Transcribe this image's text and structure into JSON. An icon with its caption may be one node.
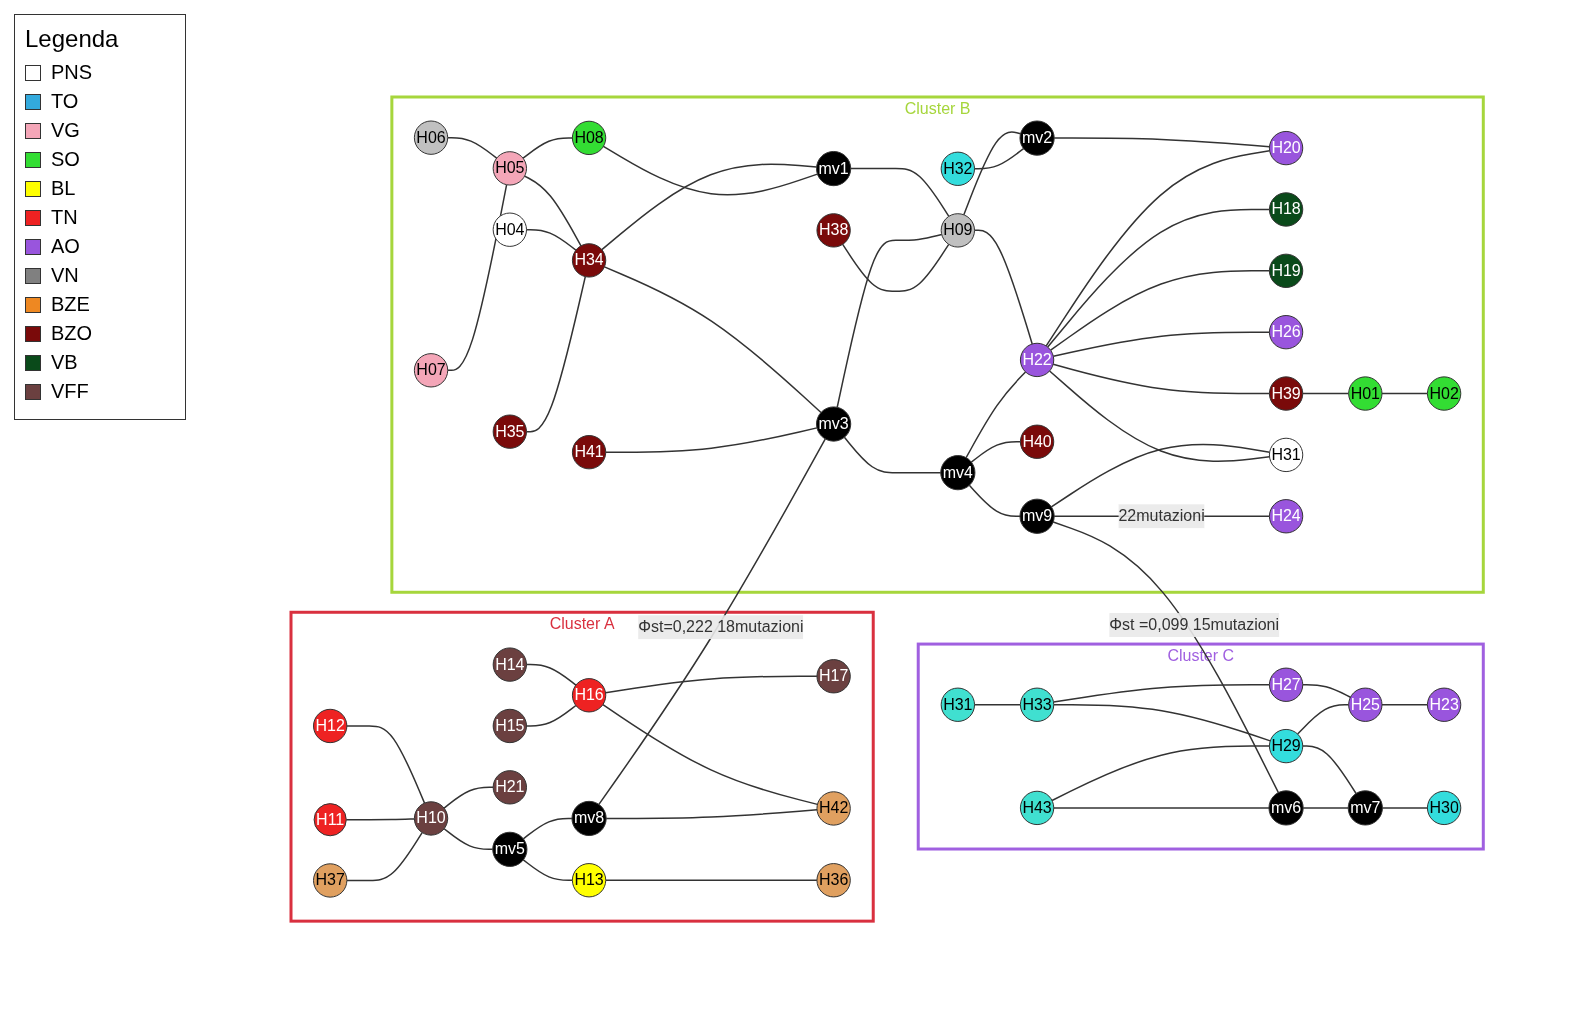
{
  "diagram": {
    "nodes": [
      {
        "text": [
          "Cluster A"
        ]
      },
      {
        "text": [
          "H14"
        ],
        "in": 0
      },
      {
        "text": [
          "H15"
        ],
        "in": 0
      },
      {
        "text": [
          "H16"
        ],
        "in": 0
      },
      {
        "text": [
          "H17"
        ],
        "in": 0
      },
      {
        "text": [
          "H12"
        ],
        "in": 0
      },
      {
        "text": [
          "H11"
        ],
        "in": 0
      },
      {
        "text": [
          "H37"
        ],
        "in": 0
      },
      {
        "text": [
          "H10"
        ],
        "in": 0
      },
      {
        "text": [
          "H21"
        ],
        "in": 0
      },
      {
        "text": [
          "H42"
        ],
        "in": 0
      },
      {
        "text": [
          "mv5"
        ],
        "in": 0
      },
      {
        "text": [
          "mv8"
        ],
        "in": 0
      },
      {
        "text": [
          "H13"
        ],
        "in": 0
      },
      {
        "text": [
          "H36"
        ],
        "in": 0
      },
      {
        "text": [
          "Cluster B"
        ]
      },
      {
        "text": [
          "H06"
        ],
        "in": 15
      },
      {
        "text": [
          "H07"
        ],
        "in": 15
      },
      {
        "text": [
          "H05"
        ],
        "in": 15
      },
      {
        "text": [
          "H08"
        ],
        "in": 15
      },
      {
        "text": [
          "H04"
        ],
        "in": 15
      },
      {
        "text": [
          "H38"
        ],
        "in": 15
      },
      {
        "text": [
          "H32"
        ],
        "in": 15
      },
      {
        "text": [
          "H41"
        ],
        "in": 15
      },
      {
        "text": [
          "H35"
        ],
        "in": 15
      },
      {
        "text": [
          "H34"
        ],
        "in": 15
      },
      {
        "text": [
          "mv1"
        ],
        "in": 15
      },
      {
        "text": [
          "mv3"
        ],
        "in": 15
      },
      {
        "text": [
          "H09"
        ],
        "in": 15
      },
      {
        "text": [
          "mv2"
        ],
        "in": 15
      },
      {
        "text": [
          "H22"
        ],
        "in": 15
      },
      {
        "text": [
          "mv4"
        ],
        "in": 15
      },
      {
        "text": [
          "H40"
        ],
        "in": 15
      },
      {
        "text": [
          "H20"
        ],
        "in": 15
      },
      {
        "text": [
          "H18"
        ],
        "in": 15
      },
      {
        "text": [
          "H19"
        ],
        "in": 15
      },
      {
        "text": [
          "mv9"
        ],
        "in": 15
      },
      {
        "text": [
          "H26"
        ],
        "in": 15
      },
      {
        "text": [
          "H39"
        ],
        "in": 15
      },
      {
        "text": [
          "H31"
        ],
        "in": 15
      },
      {
        "text": [
          "H01"
        ],
        "in": 15
      },
      {
        "text": [
          "H02"
        ],
        "in": 15
      },
      {
        "text": [
          "H24"
        ],
        "in": 15
      },
      {
        "text": [
          "Cluster C"
        ]
      },
      {
        "text": [
          "H31"
        ],
        "in": 43
      },
      {
        "text": [
          "H43"
        ],
        "in": 43
      },
      {
        "text": [
          "mv6"
        ],
        "in": 43
      },
      {
        "text": [
          "H33"
        ],
        "in": 43
      },
      {
        "text": [
          "H29"
        ],
        "in": 43
      },
      {
        "text": [
          "mv7"
        ],
        "in": 43
      },
      {
        "text": [
          "H27"
        ],
        "in": 43
      },
      {
        "text": [
          "H25"
        ],
        "in": 43
      },
      {
        "text": [
          "H23"
        ],
        "in": 43
      },
      {
        "text": [
          "H30"
        ],
        "in": 43
      }
    ],
    "edges": [
      {
        "from": 1,
        "to": 3,
        "arrow": "none"
      },
      {
        "from": 2,
        "to": 3,
        "arrow": "none"
      },
      {
        "from": 3,
        "to": 4,
        "arrow": "none"
      },
      {
        "from": 3,
        "to": 10,
        "arrow": "none"
      },
      {
        "from": 5,
        "to": 8,
        "arrow": "none"
      },
      {
        "from": 6,
        "to": 8,
        "arrow": "none"
      },
      {
        "from": 7,
        "to": 8,
        "arrow": "none"
      },
      {
        "from": 8,
        "to": 9,
        "arrow": "none"
      },
      {
        "from": 8,
        "to": 11,
        "arrow": "none"
      },
      {
        "from": 11,
        "to": 12,
        "arrow": "none"
      },
      {
        "from": 12,
        "to": 10,
        "arrow": "none"
      },
      {
        "from": 11,
        "to": 13,
        "arrow": "none"
      },
      {
        "from": 13,
        "to": 14,
        "arrow": "none"
      },
      {
        "from": 12,
        "to": 27,
        "arrow": "none",
        "label": "Φst=0,222 18mutazioni"
      },
      {
        "from": 16,
        "to": 18,
        "arrow": "none"
      },
      {
        "from": 17,
        "to": 18,
        "arrow": "none"
      },
      {
        "from": 18,
        "to": 19,
        "arrow": "none"
      },
      {
        "from": 18,
        "to": 25,
        "arrow": "none"
      },
      {
        "from": 20,
        "to": 25,
        "arrow": "none"
      },
      {
        "from": 24,
        "to": 25,
        "arrow": "none"
      },
      {
        "from": 25,
        "to": 26,
        "arrow": "none"
      },
      {
        "from": 19,
        "to": 26,
        "arrow": "none"
      },
      {
        "from": 26,
        "to": 28,
        "arrow": "none"
      },
      {
        "from": 25,
        "to": 27,
        "arrow": "none"
      },
      {
        "from": 23,
        "to": 27,
        "arrow": "none"
      },
      {
        "from": 27,
        "to": 28,
        "arrow": "none"
      },
      {
        "from": 28,
        "to": 29,
        "arrow": "none"
      },
      {
        "from": 21,
        "to": 28,
        "arrow": "none"
      },
      {
        "from": 22,
        "to": 29,
        "arrow": "none"
      },
      {
        "from": 28,
        "to": 30,
        "arrow": "none"
      },
      {
        "from": 29,
        "to": 33,
        "arrow": "none"
      },
      {
        "from": 27,
        "to": 31,
        "arrow": "none"
      },
      {
        "from": 31,
        "to": 32,
        "arrow": "none"
      },
      {
        "from": 31,
        "to": 30,
        "arrow": "none"
      },
      {
        "from": 30,
        "to": 33,
        "arrow": "none"
      },
      {
        "from": 31,
        "to": 36,
        "arrow": "none"
      },
      {
        "from": 36,
        "to": 39,
        "arrow": "none"
      },
      {
        "from": 30,
        "to": 39,
        "arrow": "none"
      },
      {
        "from": 30,
        "to": 37,
        "arrow": "none"
      },
      {
        "from": 30,
        "to": 35,
        "arrow": "none"
      },
      {
        "from": 30,
        "to": 34,
        "arrow": "none"
      },
      {
        "from": 30,
        "to": 38,
        "arrow": "none"
      },
      {
        "from": 38,
        "to": 40,
        "arrow": "none"
      },
      {
        "from": 40,
        "to": 41,
        "arrow": "none"
      },
      {
        "from": 36,
        "to": 42,
        "arrow": "none",
        "label": "22mutazioni"
      },
      {
        "from": 36,
        "to": 46,
        "arrow": "none",
        "label": "Φst =0,099 15mutazioni"
      },
      {
        "from": 44,
        "to": 47,
        "arrow": "none"
      },
      {
        "from": 47,
        "to": 48,
        "arrow": "none"
      },
      {
        "from": 47,
        "to": 50,
        "arrow": "none"
      },
      {
        "from": 50,
        "to": 51,
        "arrow": "none"
      },
      {
        "from": 45,
        "to": 48,
        "arrow": "none"
      },
      {
        "from": 48,
        "to": 51,
        "arrow": "none"
      },
      {
        "from": 51,
        "to": 52,
        "arrow": "none"
      },
      {
        "from": 45,
        "to": 46,
        "arrow": "none"
      },
      {
        "from": 48,
        "to": 49,
        "arrow": "none"
      },
      {
        "from": 46,
        "to": 49,
        "arrow": "none"
      },
      {
        "from": 49,
        "to": 53,
        "arrow": "none"
      }
    ],
    "labels": [
      "Legenda"
    ],
    "legend": [
      {
        "text": "PNS",
        "color": "#ffffff"
      },
      {
        "text": "TO",
        "color": "#33aadd"
      },
      {
        "text": "VG",
        "color": "#f4a6b8"
      },
      {
        "text": "SO",
        "color": "#33dd33"
      },
      {
        "text": "BL",
        "color": "#ffff00"
      },
      {
        "text": "TN",
        "color": "#ee2222"
      },
      {
        "text": "AO",
        "color": "#9955dd"
      },
      {
        "text": "VN",
        "color": "#808080"
      },
      {
        "text": "BZE",
        "color": "#ee8822"
      },
      {
        "text": "BZO",
        "color": "#7a0a0a"
      },
      {
        "text": "VB",
        "color": "#0a4a1a"
      },
      {
        "text": "VFF",
        "color": "#6b4040"
      }
    ]
  }
}
